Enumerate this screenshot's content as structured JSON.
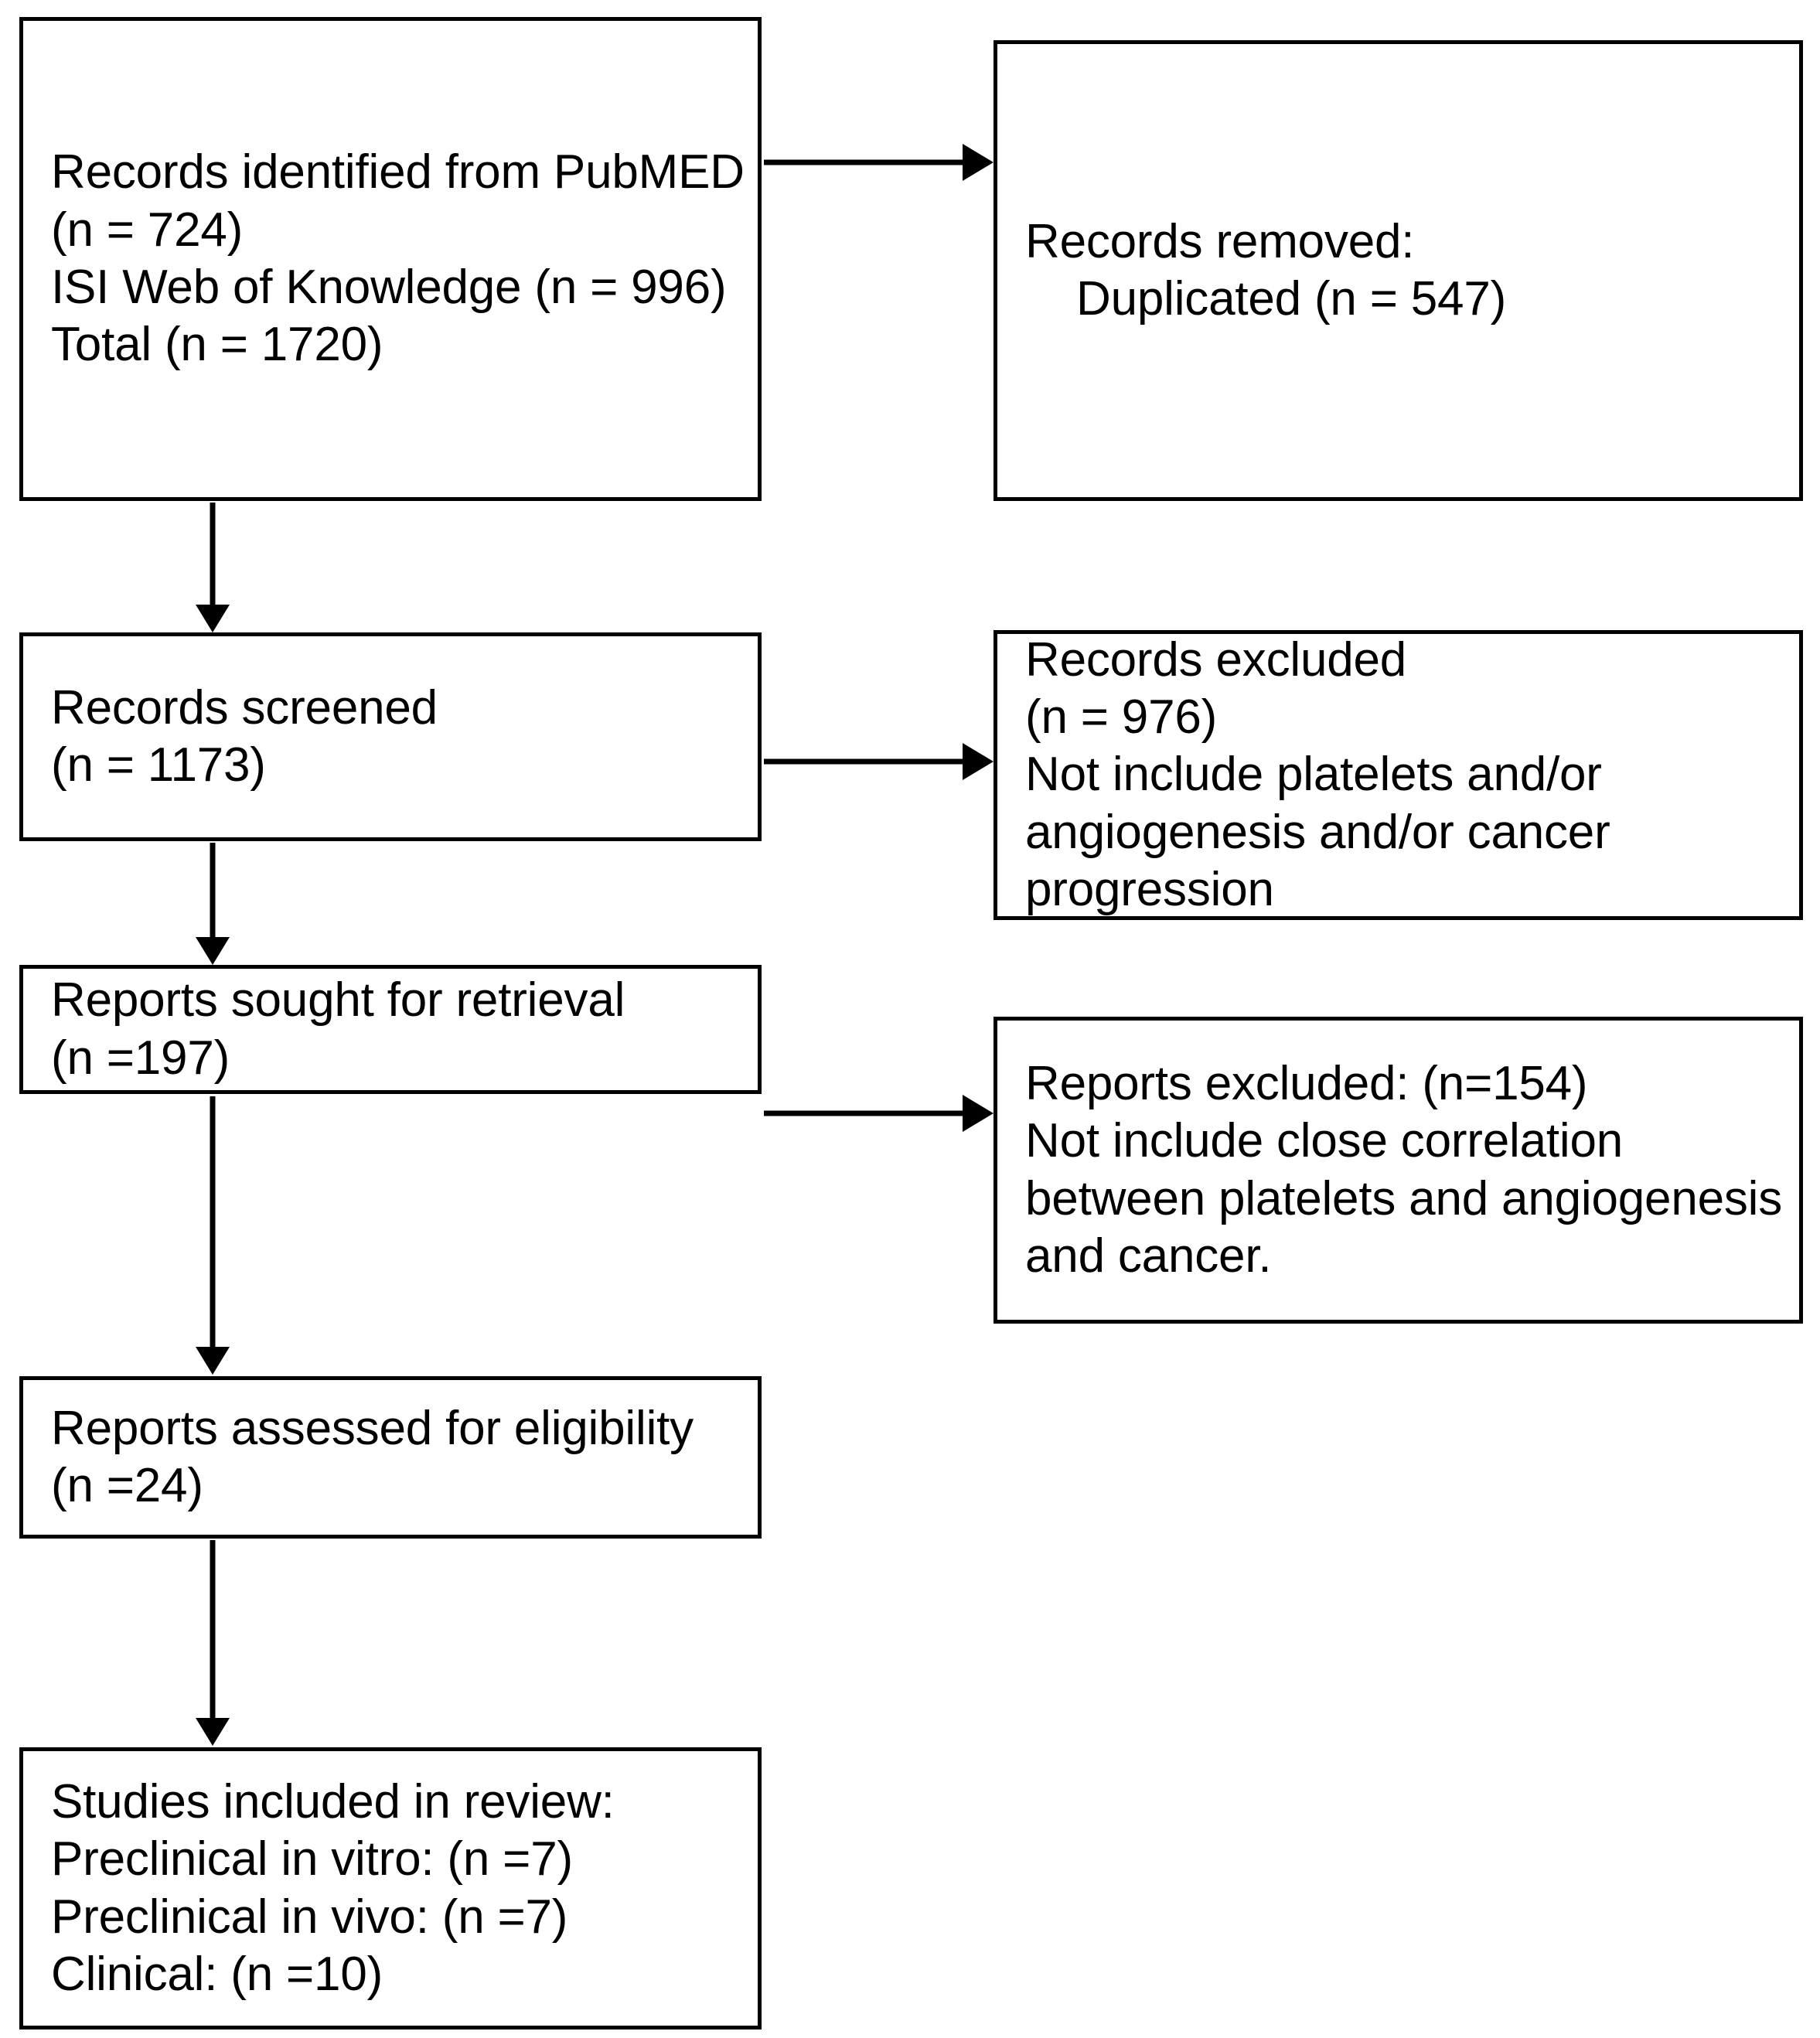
{
  "diagram": {
    "type": "prisma-flow-diagram",
    "stroke_color": "#000000",
    "background_color": "#ffffff",
    "boxes": {
      "identified": {
        "id": "records-identified",
        "lines": [
          "Records identified from PubMED",
          "(n = 724)",
          "ISI Web of Knowledge (n = 996)",
          "Total (n = 1720)"
        ]
      },
      "removed": {
        "id": "records-removed",
        "lines": [
          "Records removed:",
          "Duplicated (n = 547)"
        ]
      },
      "screened": {
        "id": "records-screened",
        "lines": [
          "Records screened",
          "(n = 1173)"
        ]
      },
      "excluded_records": {
        "id": "records-excluded",
        "lines": [
          "Records excluded",
          "(n = 976)",
          "Not include platelets and/or",
          "angiogenesis and/or cancer",
          "progression"
        ]
      },
      "sought": {
        "id": "reports-sought-for-retrieval",
        "lines": [
          "Reports sought for retrieval",
          "(n =197)"
        ]
      },
      "excluded_reports": {
        "id": "reports-excluded",
        "lines": [
          "Reports excluded: (n=154)",
          "Not include close correlation",
          "between platelets and angiogenesis",
          "and cancer."
        ]
      },
      "assessed": {
        "id": "reports-assessed-for-eligibility",
        "lines": [
          "Reports assessed for eligibility",
          "(n =24)"
        ]
      },
      "included": {
        "id": "studies-included-in-review",
        "lines": [
          "Studies included in review:",
          "Preclinical in vitro: (n =7)",
          "Preclinical in vivo: (n =7)",
          "Clinical: (n =10)"
        ]
      }
    },
    "counts": {
      "pubmed": 724,
      "isi_web_of_knowledge": 996,
      "total_identified": 1720,
      "duplicates_removed": 547,
      "screened": 1173,
      "records_excluded": 976,
      "reports_sought": 197,
      "reports_excluded": 154,
      "reports_assessed": 24,
      "included_preclinical_in_vitro": 7,
      "included_preclinical_in_vivo": 7,
      "included_clinical": 10
    },
    "arrows": [
      {
        "name": "identified-to-removed",
        "direction": "right"
      },
      {
        "name": "identified-to-screened",
        "direction": "down"
      },
      {
        "name": "screened-to-records-excluded",
        "direction": "right"
      },
      {
        "name": "screened-to-sought",
        "direction": "down"
      },
      {
        "name": "sought-to-reports-excluded",
        "direction": "right"
      },
      {
        "name": "sought-to-assessed",
        "direction": "down"
      },
      {
        "name": "assessed-to-included",
        "direction": "down"
      }
    ]
  }
}
